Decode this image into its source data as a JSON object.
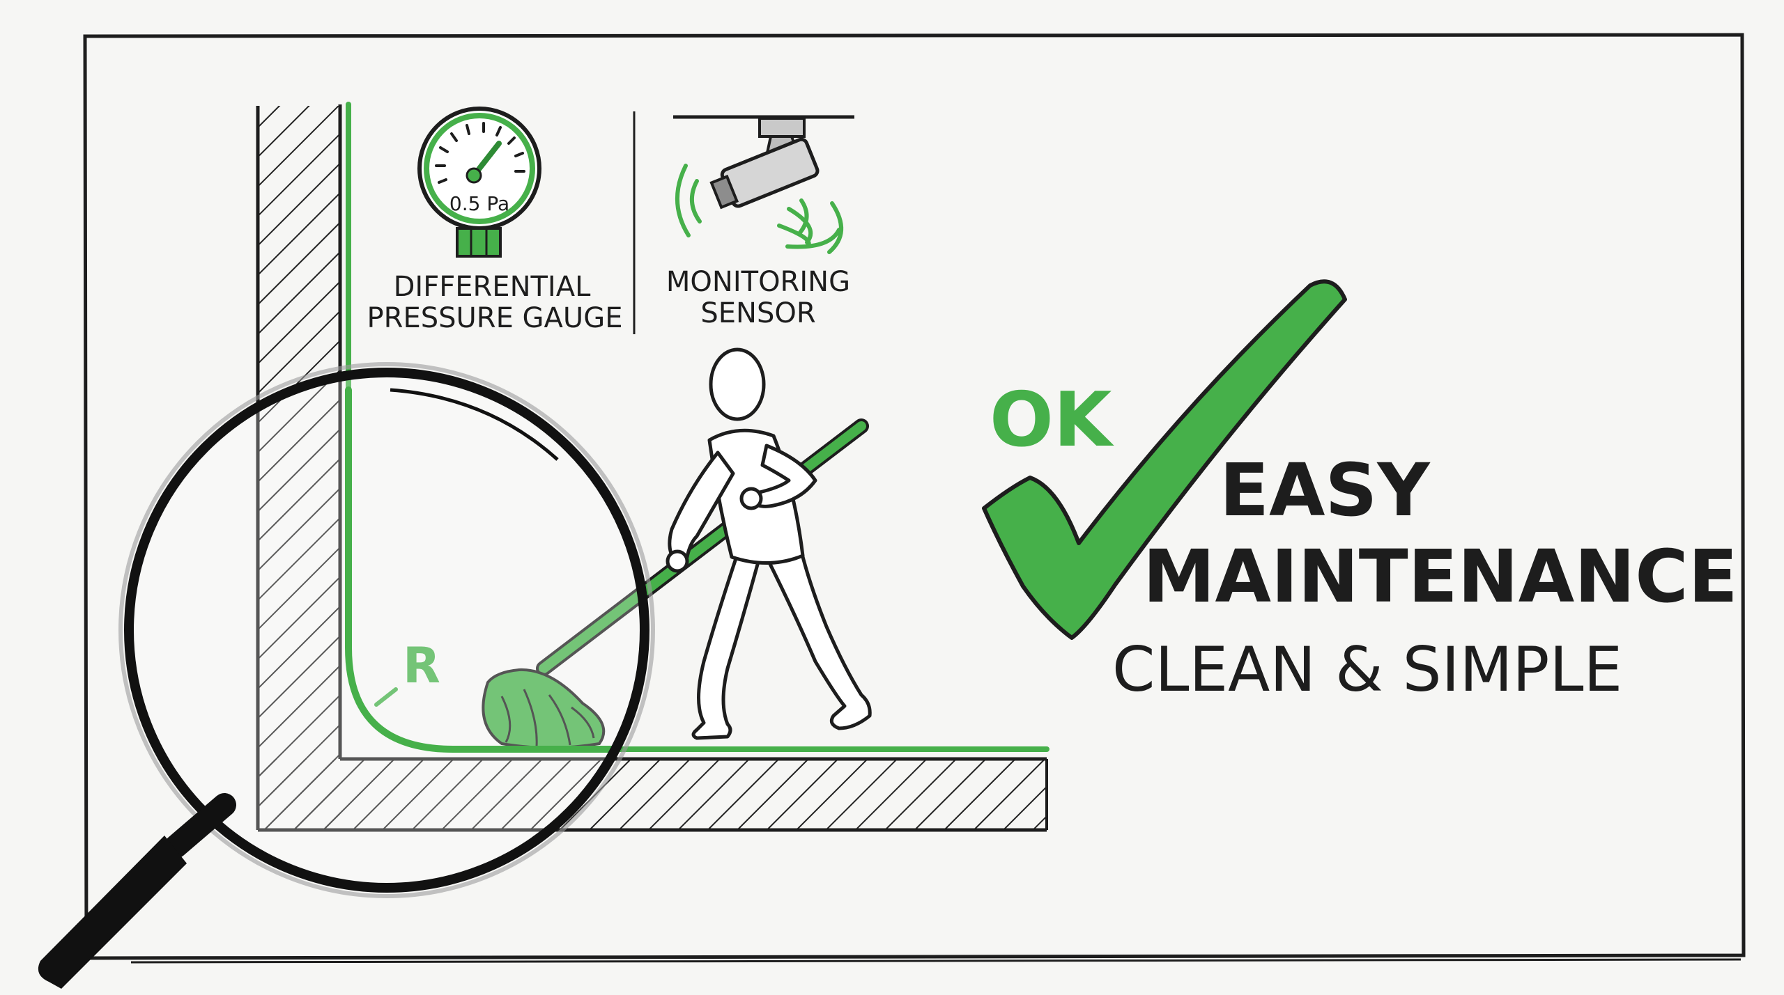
{
  "gauge": {
    "reading": "0.5 Pa",
    "label_line1": "DIFFERENTIAL",
    "label_line2": "PRESSURE GAUGE",
    "icon": "pressure-gauge-icon"
  },
  "sensor": {
    "label_line1": "MONITORING",
    "label_line2": "SENSOR",
    "icon": "camera-sensor-icon"
  },
  "cove": {
    "radius_label": "R"
  },
  "status": {
    "ok_label": "OK",
    "icon": "checkmark-icon"
  },
  "headline": {
    "line1": "EASY",
    "line2": "MAINTENANCE",
    "line3": "CLEAN & SIMPLE"
  },
  "colors": {
    "accent_green": "#46b04a",
    "ink": "#1d1d1d",
    "paper": "#f6f6f4"
  }
}
